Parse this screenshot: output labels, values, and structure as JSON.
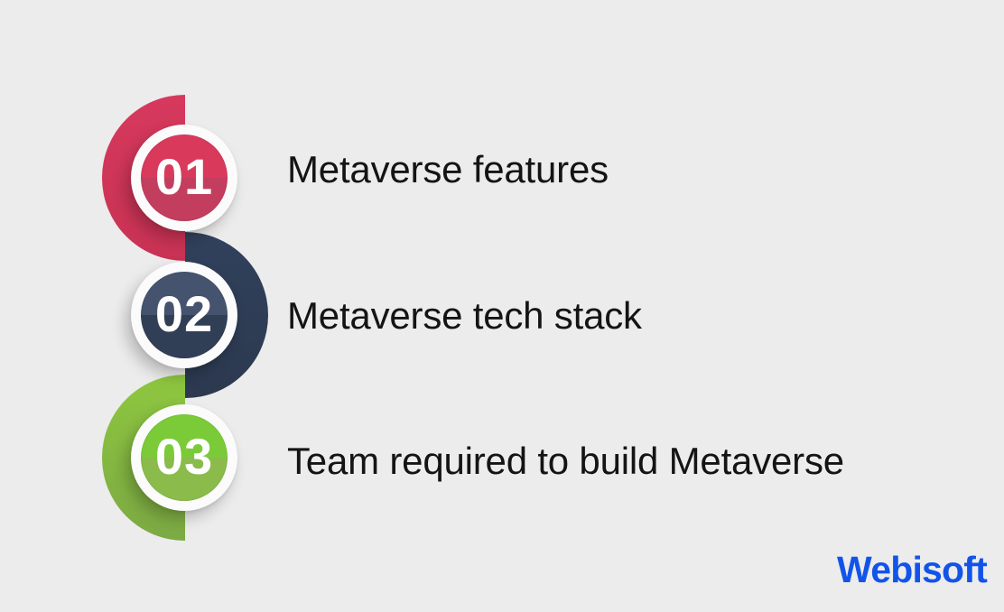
{
  "background": "#ececec",
  "diagram": {
    "items": [
      {
        "number": "01",
        "label": "Metaverse features",
        "colors": {
          "arc_top": "#d6395d",
          "arc_bottom": "#c83253",
          "circle_top": "#d93a5b",
          "circle_bottom": "#c33e5e"
        },
        "opening": "right"
      },
      {
        "number": "02",
        "label": "Metaverse tech stack",
        "colors": {
          "arc_top": "#31415c",
          "arc_bottom": "#2c394f",
          "circle_top": "#45536e",
          "circle_bottom": "#313f56"
        },
        "opening": "left"
      },
      {
        "number": "03",
        "label": "Team required to build Metaverse",
        "colors": {
          "arc_top": "#8ec73f",
          "arc_bottom": "#7ca944",
          "circle_top": "#7bcb38",
          "circle_bottom": "#8abb4b"
        },
        "opening": "right"
      }
    ],
    "number_color": "#ffffff",
    "label_color": "#141414"
  },
  "logo": {
    "text": "Webisoft",
    "color": "#1254ea"
  }
}
